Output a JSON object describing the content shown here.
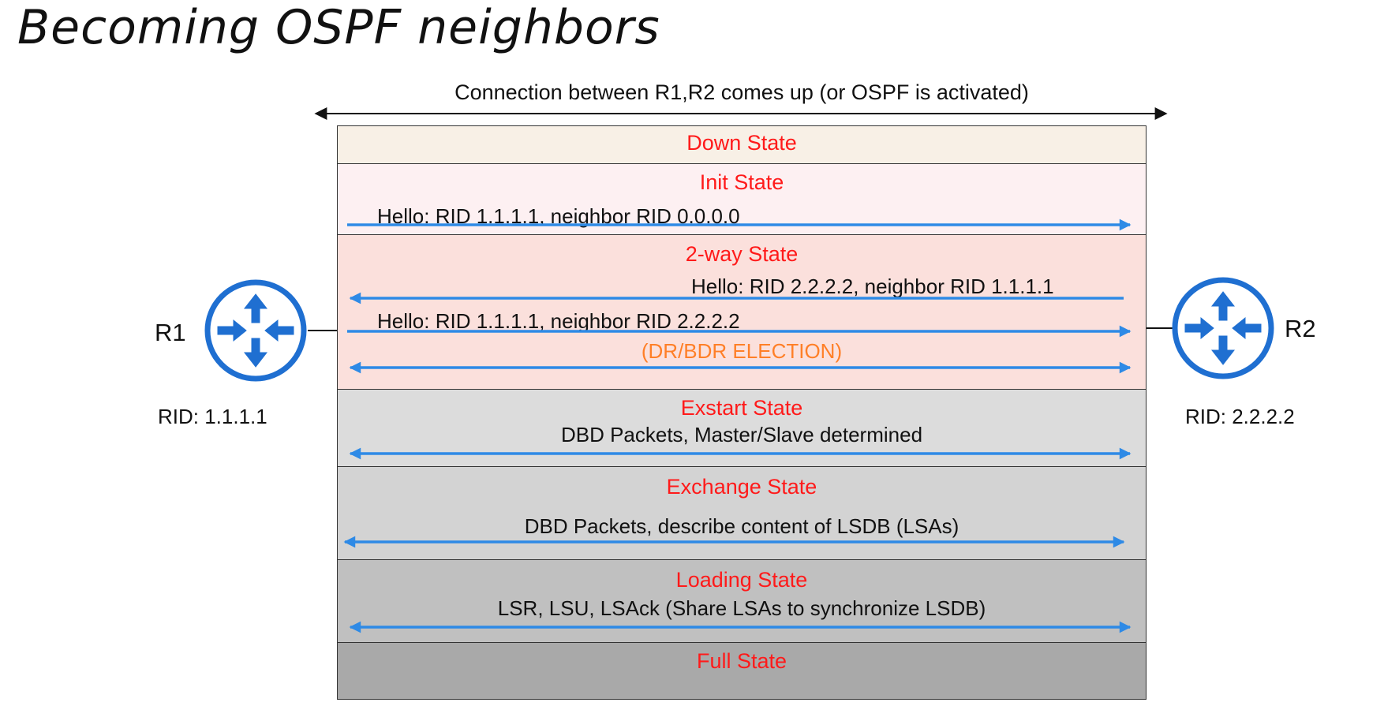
{
  "title": "Becoming OSPF neighbors",
  "connection_label": "Connection between R1,R2 comes up (or OSPF is activated)",
  "routers": {
    "r1": {
      "name": "R1",
      "rid": "RID: 1.1.1.1"
    },
    "r2": {
      "name": "R2",
      "rid": "RID: 2.2.2.2"
    }
  },
  "states": [
    {
      "label": "Down State",
      "color": "#f8f0e6"
    },
    {
      "label": "Init State",
      "color": "#fdf0f2"
    },
    {
      "label": "2-way State",
      "color": "#fbe0dc"
    },
    {
      "label": "Exstart State",
      "color": "#dcdcdc"
    },
    {
      "label": "Exchange State",
      "color": "#d3d3d3"
    },
    {
      "label": "Loading State",
      "color": "#c0c0c0"
    },
    {
      "label": "Full State",
      "color": "#a9a9a9"
    }
  ],
  "messages": {
    "init_hello": "Hello: RID 1.1.1.1, neighbor RID 0.0.0.0",
    "twoway_hello_r2": "Hello: RID 2.2.2.2, neighbor RID 1.1.1.1",
    "twoway_hello_r1": "Hello: RID 1.1.1.1, neighbor RID 2.2.2.2",
    "dr_bdr": "(DR/BDR ELECTION)",
    "exstart": "DBD Packets, Master/Slave determined",
    "exchange": "DBD Packets, describe content of LSDB (LSAs)",
    "loading": "LSR, LSU, LSAck (Share LSAs to synchronize LSDB)"
  },
  "colors": {
    "state_label": "#ff1a1a",
    "arrow": "#2e8ae6",
    "dr_bdr": "#ff7f27",
    "router": "#1f6fd1"
  }
}
